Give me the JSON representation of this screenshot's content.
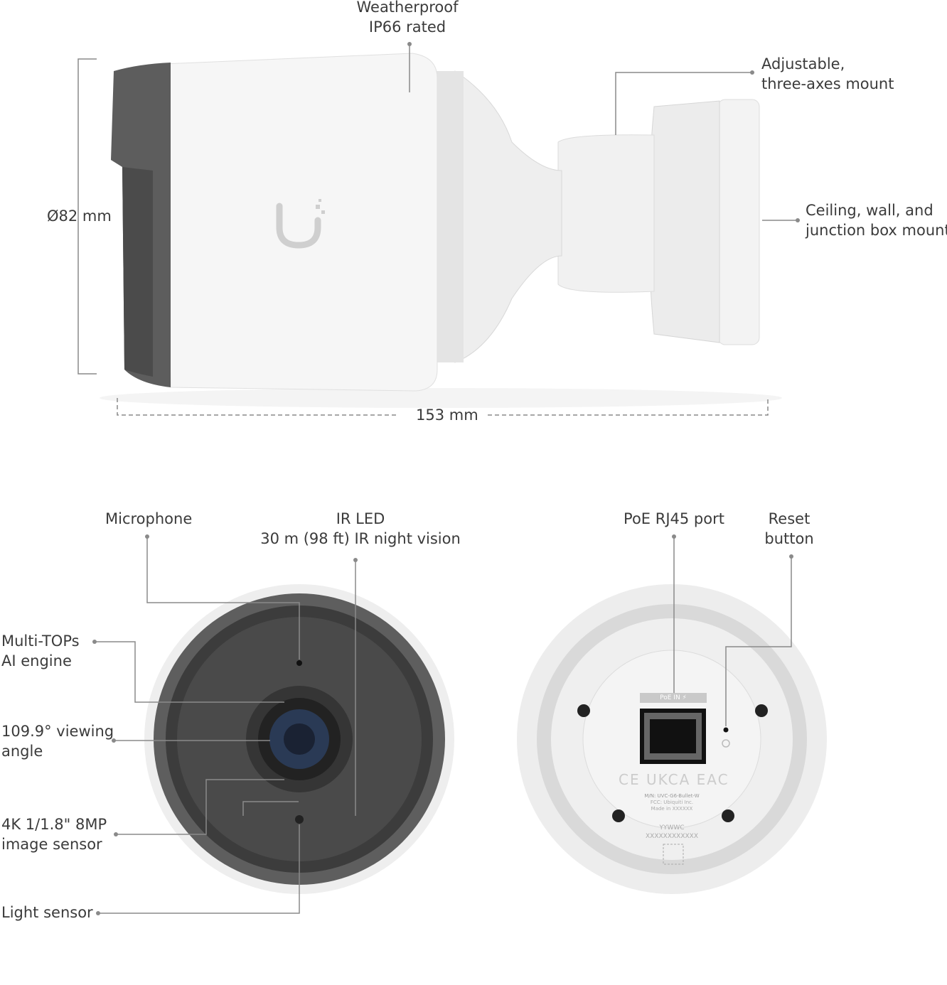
{
  "side_view": {
    "weatherproof": [
      "Weatherproof",
      "IP66 rated"
    ],
    "mount": [
      "Adjustable,",
      "three-axes mount"
    ],
    "ceiling": [
      "Ceiling, wall, and",
      "junction box mount"
    ],
    "diameter": "Ø82 mm",
    "length": "153 mm"
  },
  "front_view": {
    "microphone": "Microphone",
    "ir_led": [
      "IR LED",
      "30 m (98 ft) IR night vision"
    ],
    "ai_engine": [
      "Multi-TOPs",
      "AI engine"
    ],
    "viewing_angle": [
      "109.9° viewing",
      "angle"
    ],
    "sensor": [
      "4K 1/1.8\" 8MP",
      "image sensor"
    ],
    "light_sensor": "Light sensor"
  },
  "back_view": {
    "poe": "PoE RJ45 port",
    "reset": [
      "Reset",
      "button"
    ],
    "port_label": "PoE IN ⚡",
    "model": "M/N: UVC-G6-Bullet-W",
    "fcc": "FCC: Ubiquiti Inc.",
    "made_in": "Made in XXXXXX",
    "date_code": "YYWWC",
    "serial": "XXXXXXXXXXXX",
    "cert_marks": "CE UKCA EAC"
  },
  "colors": {
    "body": "#f2f2f2",
    "dark": "#5a5a5a",
    "line": "#7a7a7a"
  }
}
